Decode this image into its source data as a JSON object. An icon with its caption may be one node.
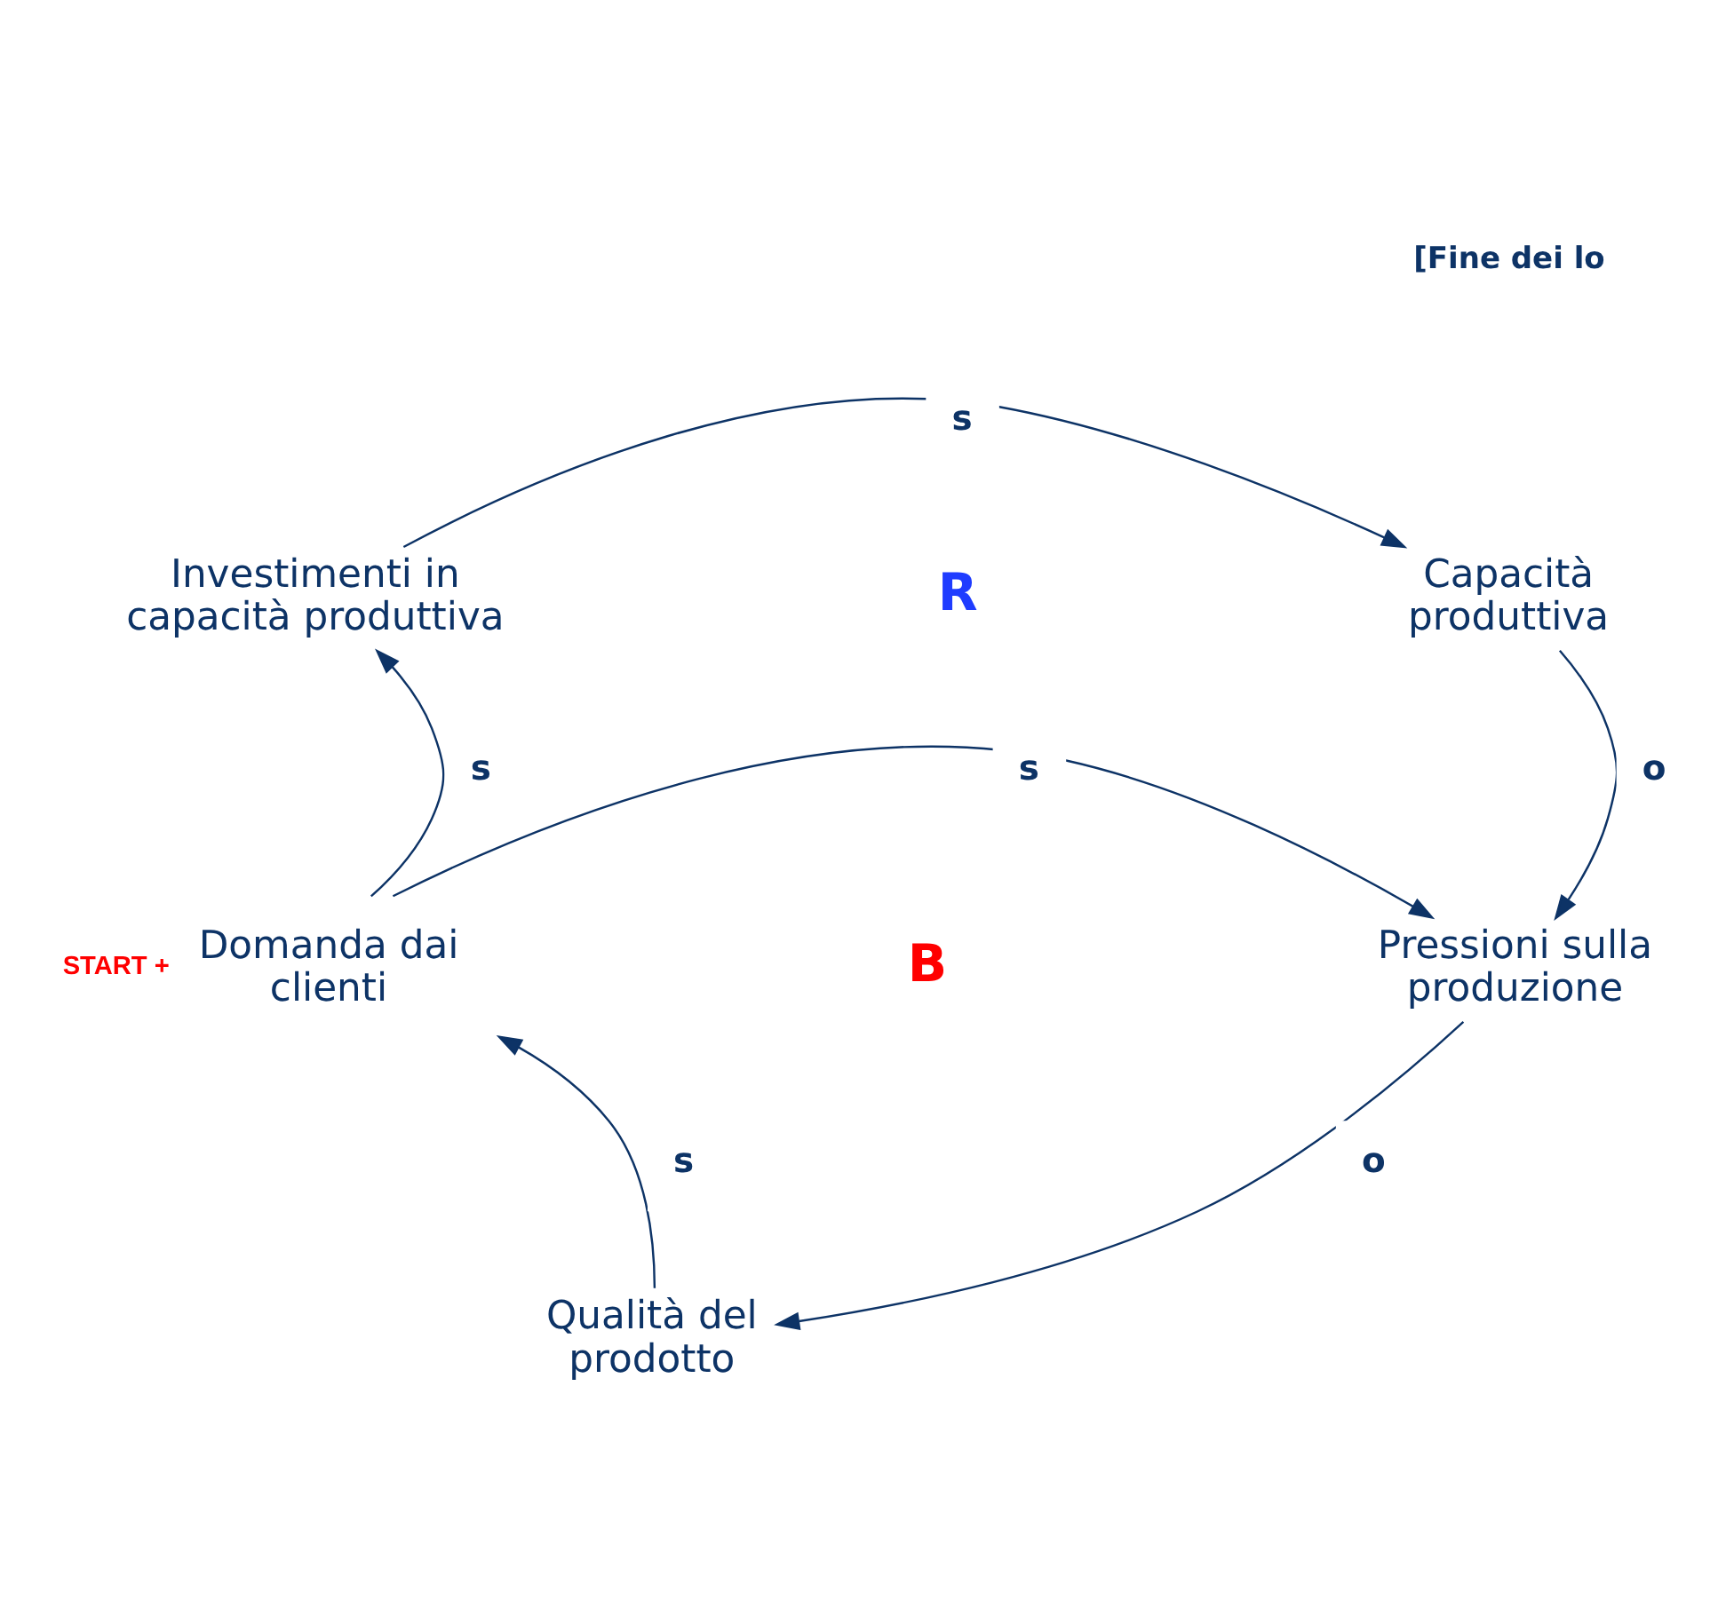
{
  "diagram": {
    "nodes": [
      {
        "text": [
          "Investimenti in capacità produttiva"
        ]
      },
      {
        "text": [
          "Capacità produttiva"
        ]
      },
      {
        "text": [
          "Domanda dai clienti"
        ],
        "beside": [
          "START +"
        ]
      },
      {
        "text": [
          "Pressioni sulla produzione"
        ]
      },
      {
        "text": [
          "Qualità del prodotto"
        ]
      }
    ],
    "edges": [
      {
        "from": 0,
        "to": 1,
        "arrow": "to",
        "label": "s"
      },
      {
        "from": 1,
        "to": 3,
        "arrow": "to",
        "label": "o"
      },
      {
        "from": 2,
        "to": 3,
        "arrow": "to",
        "label": "s"
      },
      {
        "from": 3,
        "to": 4,
        "arrow": "to",
        "label": "o"
      },
      {
        "from": 4,
        "to": 2,
        "arrow": "to",
        "label": "s"
      },
      {
        "from": 2,
        "to": 0,
        "arrow": "to",
        "label": "s"
      }
    ],
    "labels": [
      "[Fine dei lo",
      "R",
      "B"
    ]
  }
}
